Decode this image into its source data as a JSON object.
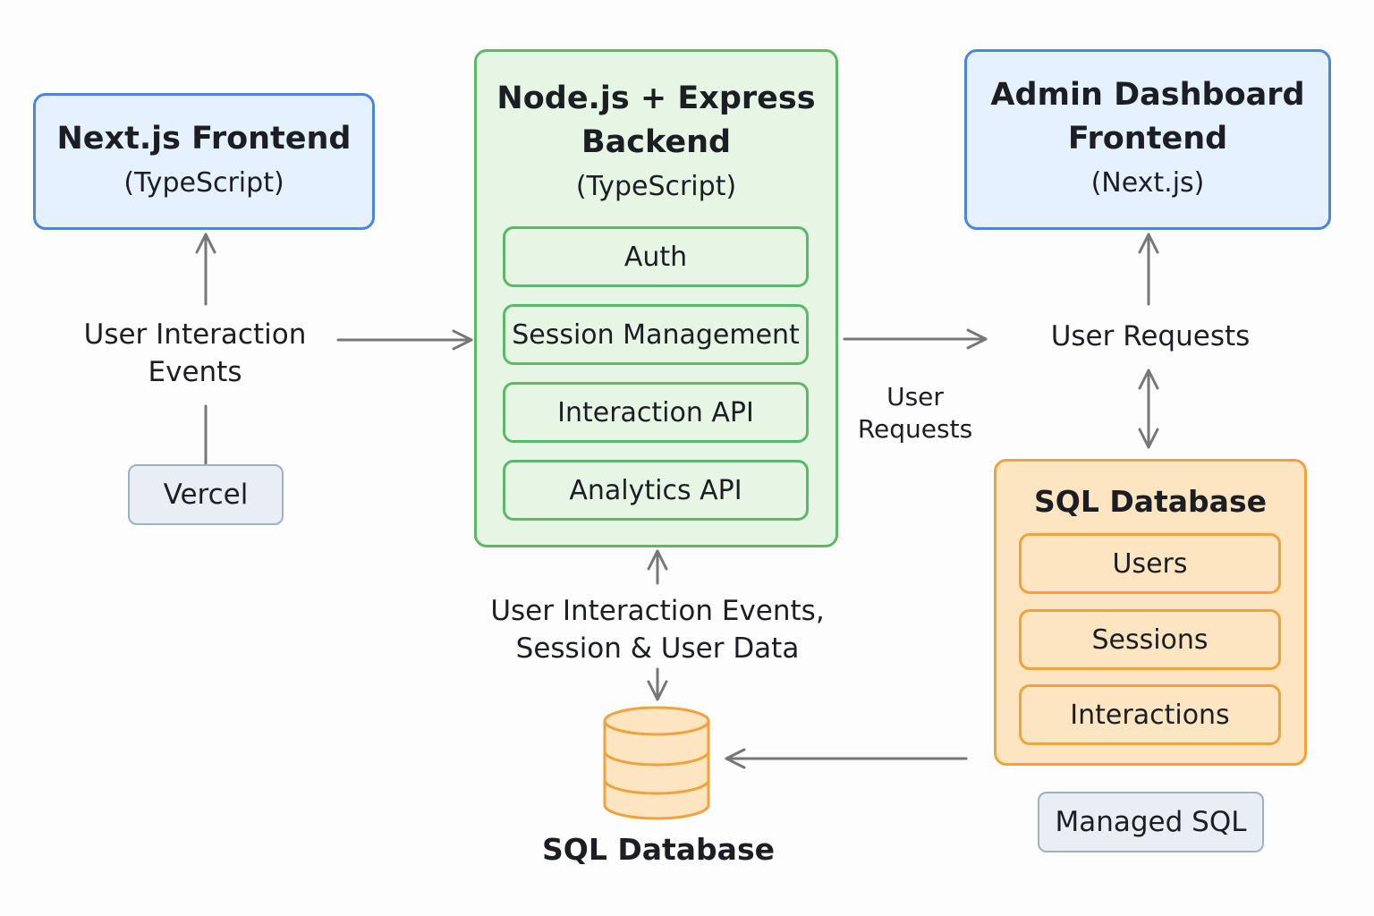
{
  "nextjs_frontend": {
    "title": "Next.js Frontend",
    "subtitle": "(TypeScript)"
  },
  "backend": {
    "title_line1": "Node.js + Express",
    "title_line2": "Backend",
    "subtitle": "(TypeScript)",
    "modules": [
      "Auth",
      "Session Management",
      "Interaction API",
      "Analytics API"
    ]
  },
  "admin_dashboard": {
    "title_line1": "Admin Dashboard",
    "title_line2": "Frontend",
    "subtitle": "(Next.js)"
  },
  "user_interaction_events": {
    "line1": "User Interaction",
    "line2": "Events"
  },
  "vercel": {
    "label": "Vercel"
  },
  "user_requests_mid": {
    "line1": "User",
    "line2": "Requests"
  },
  "user_requests_right": {
    "label": "User Requests"
  },
  "sql_database_box": {
    "title": "SQL Database",
    "tables": [
      "Users",
      "Sessions",
      "Interactions"
    ]
  },
  "managed_sql": {
    "label": "Managed SQL"
  },
  "data_flow_label": {
    "line1": "User Interaction Events,",
    "line2": "Session & User Data"
  },
  "db_icon_label": {
    "label": "SQL Database"
  },
  "colors": {
    "frontend_fill": "#e5f1ff",
    "frontend_border": "#4a86de",
    "backend_fill": "#e6f5e4",
    "backend_border": "#5bb866",
    "database_fill": "#fde5c2",
    "database_border": "#f0a23b",
    "hosting_fill": "#e8eef3",
    "hosting_border": "#9fb0bd",
    "arrow": "#777777"
  }
}
